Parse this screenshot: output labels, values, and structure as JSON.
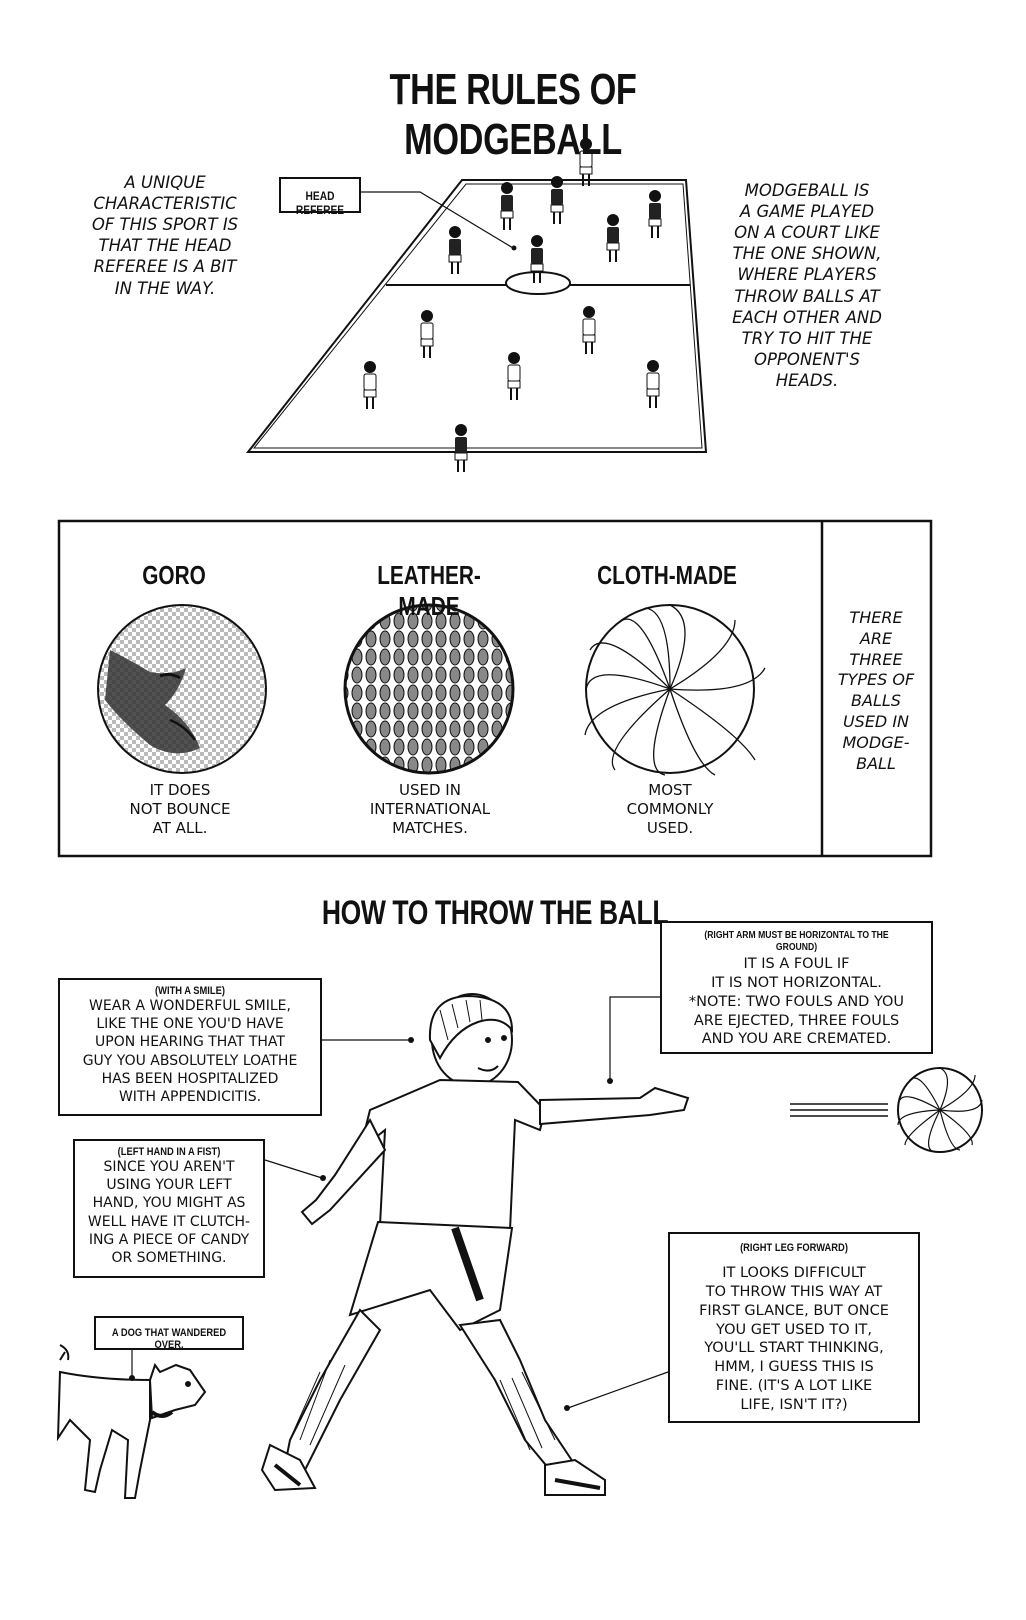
{
  "title": "THE RULES OF MODGEBALL",
  "court": {
    "left_caption": "A UNIQUE\nCHARACTERISTIC\nOF THIS SPORT IS\nTHAT THE HEAD\nREFEREE IS A BIT\nIN THE WAY.",
    "head_referee_label": "HEAD REFEREE",
    "right_caption": "MODGEBALL IS\nA GAME PLAYED\nON A COURT LIKE\nTHE ONE SHOWN,\nWHERE PLAYERS\nTHROW BALLS AT\nEACH OTHER AND\nTRY TO HIT THE\nOPPONENT'S\nHEADS."
  },
  "balls": {
    "items": [
      {
        "name": "GORO",
        "caption": "IT DOES\nNOT BOUNCE\nAT ALL."
      },
      {
        "name": "LEATHER-MADE",
        "caption": "USED IN\nINTERNATIONAL\nMATCHES."
      },
      {
        "name": "CLOTH-MADE",
        "caption": "MOST\nCOMMONLY\nUSED."
      }
    ],
    "side_caption": "THERE\nARE\nTHREE\nTYPES OF\nBALLS\nUSED IN\nMODGE-\nBALL"
  },
  "throw": {
    "title": "HOW TO THROW THE BALL",
    "smile": {
      "label": "(WITH A SMILE)",
      "text": "WEAR A WONDERFUL SMILE,\nLIKE THE ONE YOU'D HAVE\nUPON HEARING THAT THAT\nGUY YOU ABSOLUTELY LOATHE\nHAS BEEN HOSPITALIZED\nWITH APPENDICITIS."
    },
    "fist": {
      "label": "(LEFT HAND IN A FIST)",
      "text": "SINCE YOU AREN'T\nUSING YOUR LEFT\nHAND, YOU MIGHT AS\nWELL HAVE IT CLUTCH-\nING A PIECE OF CANDY\nOR SOMETHING."
    },
    "arm": {
      "label": "(RIGHT ARM MUST BE HORIZONTAL TO THE GROUND)",
      "text": "IT IS A FOUL IF\nIT IS NOT HORIZONTAL.\n*NOTE: TWO FOULS AND YOU\nARE EJECTED, THREE FOULS\nAND YOU ARE CREMATED."
    },
    "leg": {
      "label": "(RIGHT LEG FORWARD)",
      "text": "IT LOOKS DIFFICULT\nTO THROW THIS WAY AT\nFIRST GLANCE, BUT ONCE\nYOU GET USED TO IT,\nYOU'LL START THINKING,\nHMM, I GUESS THIS IS\nFINE. (IT'S A LOT LIKE\nLIFE, ISN'T IT?)"
    },
    "dog_label": "A DOG THAT WANDERED OVER."
  }
}
